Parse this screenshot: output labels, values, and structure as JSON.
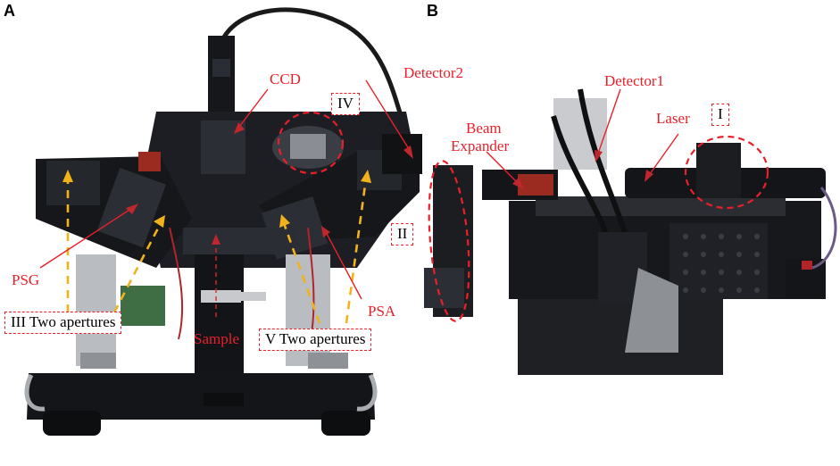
{
  "panels": {
    "a": "A",
    "b": "B"
  },
  "labels_a": {
    "ccd": "CCD",
    "iv": "IV",
    "detector2": "Detector2",
    "psg": "PSG",
    "psa": "PSA",
    "sample": "Sample",
    "iii": "III Two apertures",
    "v": "V Two apertures"
  },
  "labels_b": {
    "detector1": "Detector1",
    "beam1": "Beam",
    "beam2": "Expander",
    "laser": "Laser",
    "i": "I",
    "ii": "II"
  },
  "colors": {
    "accent": "#e8202a",
    "arrow_yellow": "#f2b21c",
    "apparatus": "#1d1f24"
  }
}
